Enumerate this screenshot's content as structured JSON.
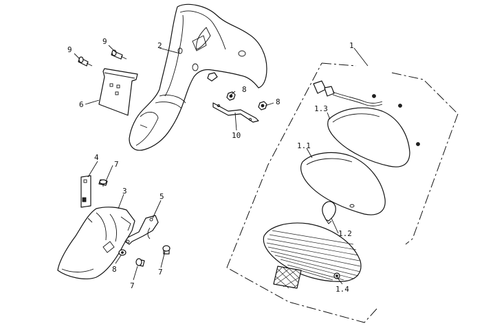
{
  "callouts": {
    "c1": "1",
    "c1_1": "1.1",
    "c1_2": "1.2",
    "c1_3": "1.3",
    "c1_4": "1.4",
    "c2": "2",
    "c3": "3",
    "c4": "4",
    "c5": "5",
    "c6": "6",
    "c7a": "7",
    "c7b": "7",
    "c7c": "7",
    "c8a": "8",
    "c8b": "8",
    "c8c": "8",
    "c9a": "9",
    "c9b": "9",
    "c10": "10"
  },
  "colors": {
    "line": "#111111",
    "background": "#ffffff"
  },
  "parts": [
    "tail-light-assembly",
    "lens-inner",
    "bulb",
    "lens-outer",
    "reflector",
    "rear-fender",
    "mudguard-rear",
    "bracket-small",
    "stay-bracket",
    "license-plate-holder",
    "screw",
    "nut",
    "screw-bolt",
    "bracket-strip"
  ]
}
